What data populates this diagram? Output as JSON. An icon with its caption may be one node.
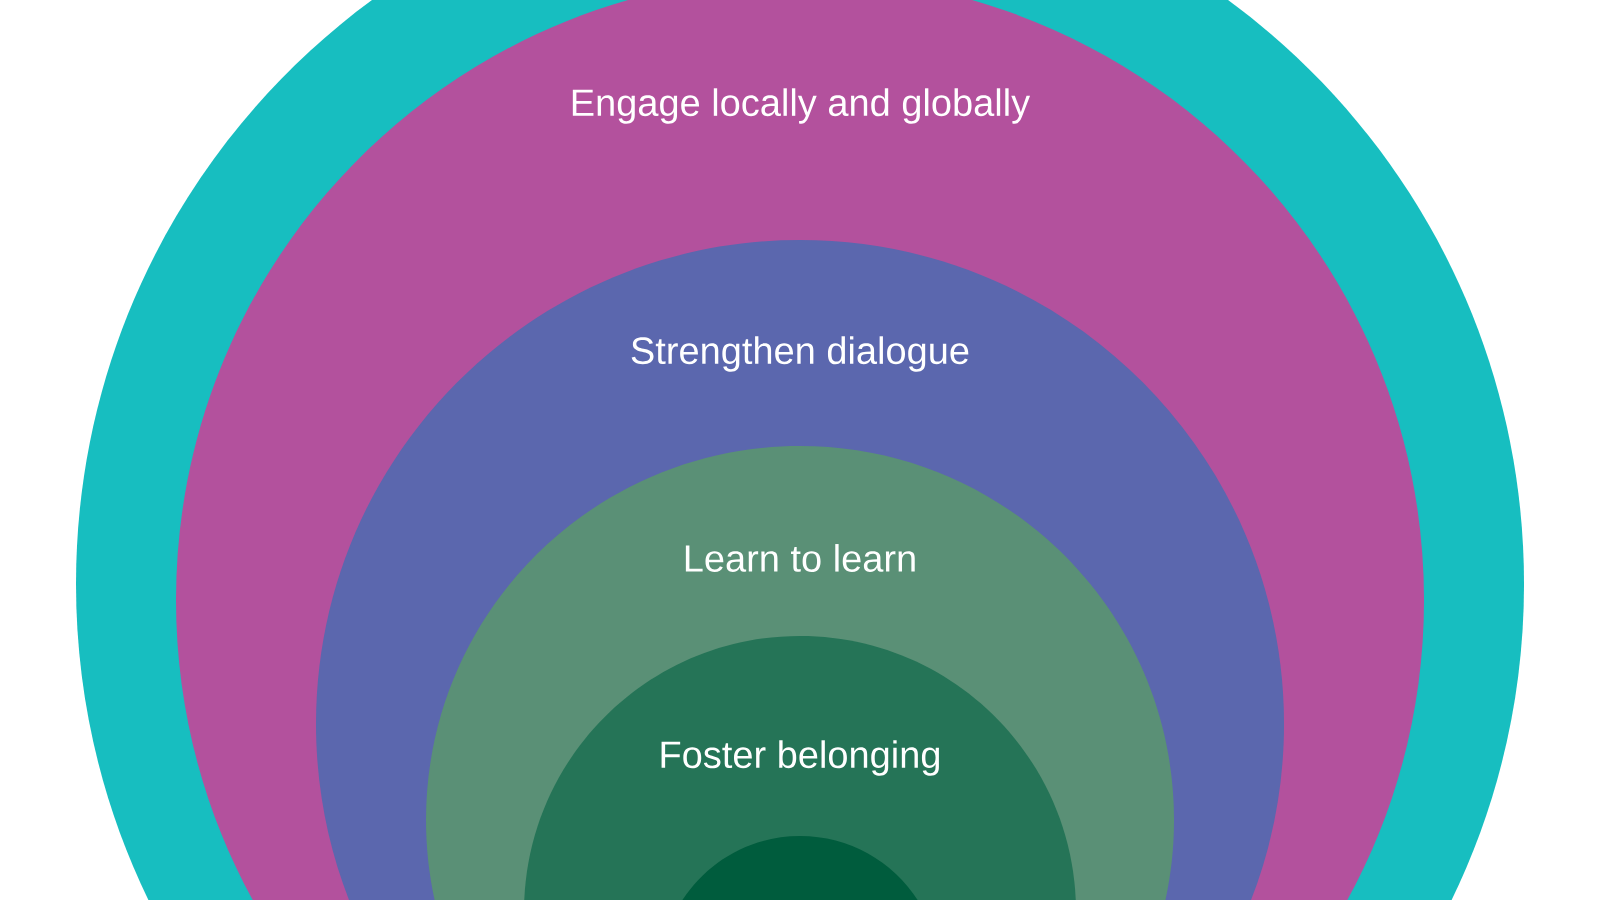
{
  "diagram": {
    "nodes": [
      {
        "text": [],
        "shape": "circle"
      },
      {
        "text": [
          "Engage locally and globally"
        ],
        "in": 0
      },
      {
        "text": [
          "Strengthen dialogue"
        ],
        "in": 1
      },
      {
        "text": [
          "Learn to learn"
        ],
        "in": 2
      },
      {
        "text": [
          "Foster belonging"
        ],
        "in": 3
      },
      {
        "text": [],
        "shape": "circle",
        "in": 4
      }
    ]
  }
}
